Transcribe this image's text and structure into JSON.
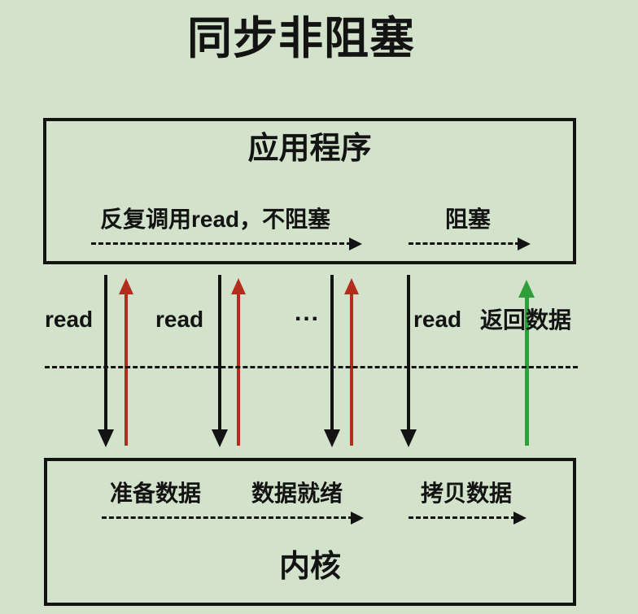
{
  "title": "同步非阻塞",
  "colors": {
    "background": "#d3e2cb",
    "line": "#131313",
    "red": "#b32c1c",
    "green": "#2f9e38"
  },
  "app_box": {
    "title": "应用程序",
    "nonblocking_label": "反复调用read，不阻塞",
    "blocking_label": "阻塞"
  },
  "middle": {
    "read_label_1": "read",
    "read_label_2": "read",
    "ellipsis_label": "...",
    "read_label_3": "read",
    "return_data_label": "返回数据"
  },
  "kernel_box": {
    "title": "内核",
    "prepare_label": "准备数据",
    "ready_label": "数据就绪",
    "copy_label": "拷贝数据"
  }
}
